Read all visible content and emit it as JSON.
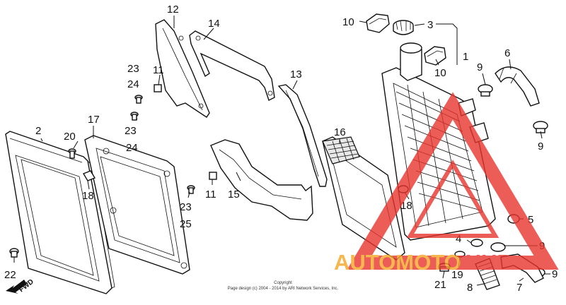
{
  "callouts": [
    {
      "id": "c1",
      "text": "1"
    },
    {
      "id": "c2",
      "text": "2"
    },
    {
      "id": "c3",
      "text": "3"
    },
    {
      "id": "c4",
      "text": "4"
    },
    {
      "id": "c5",
      "text": "5"
    },
    {
      "id": "c6",
      "text": "6"
    },
    {
      "id": "c7",
      "text": "7"
    },
    {
      "id": "c8",
      "text": "8"
    },
    {
      "id": "c9a",
      "text": "9"
    },
    {
      "id": "c9b",
      "text": "9"
    },
    {
      "id": "c9c",
      "text": "9"
    },
    {
      "id": "c9d",
      "text": "9"
    },
    {
      "id": "c10a",
      "text": "10"
    },
    {
      "id": "c10b",
      "text": "10"
    },
    {
      "id": "c11a",
      "text": "11"
    },
    {
      "id": "c11b",
      "text": "11"
    },
    {
      "id": "c12",
      "text": "12"
    },
    {
      "id": "c13",
      "text": "13"
    },
    {
      "id": "c14",
      "text": "14"
    },
    {
      "id": "c15",
      "text": "15"
    },
    {
      "id": "c16",
      "text": "16"
    },
    {
      "id": "c17",
      "text": "17"
    },
    {
      "id": "c18a",
      "text": "18"
    },
    {
      "id": "c18b",
      "text": "18"
    },
    {
      "id": "c19",
      "text": "19"
    },
    {
      "id": "c20",
      "text": "20"
    },
    {
      "id": "c21",
      "text": "21"
    },
    {
      "id": "c22",
      "text": "22"
    },
    {
      "id": "c23a",
      "text": "23"
    },
    {
      "id": "c23b",
      "text": "23"
    },
    {
      "id": "c23c",
      "text": "23"
    },
    {
      "id": "c24a",
      "text": "24"
    },
    {
      "id": "c24b",
      "text": "24"
    },
    {
      "id": "c25",
      "text": "25"
    }
  ],
  "forward_label": "FWD",
  "copyright": {
    "line1": "Copyright",
    "line2": "Page design (c) 2004 - 2014 by ARI Network Services, Inc."
  },
  "watermark": {
    "text": "AUTOMOTO HUB",
    "color_primary": "#e8352e",
    "color_secondary": "#f5a623"
  },
  "colors": {
    "line": "#111111",
    "background": "#ffffff"
  }
}
